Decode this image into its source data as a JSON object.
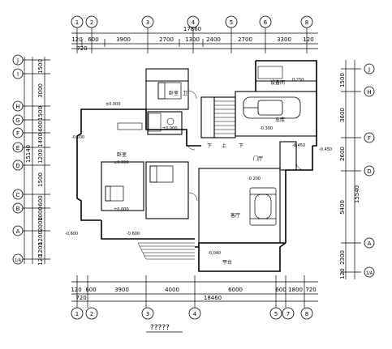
{
  "drawing": {
    "caption": "?????",
    "top_axes": [
      "1",
      "2",
      "3",
      "4",
      "5",
      "6",
      "8"
    ],
    "top_total": "17860",
    "top_dims": [
      "120",
      "600",
      "3900",
      "2700",
      "1300",
      "2400",
      "2700",
      "3300",
      "120"
    ],
    "top_sub_dim": "720",
    "bottom_axes": [
      "1",
      "2",
      "3",
      "4",
      "5",
      "7",
      "8"
    ],
    "bottom_total": "18460",
    "bottom_dims": [
      "120",
      "600",
      "3900",
      "4000",
      "6000",
      "600",
      "1800",
      "720"
    ],
    "bottom_sub_dim": "720",
    "left_axes": [
      "J",
      "I",
      "H",
      "G",
      "F",
      "E",
      "D",
      "C",
      "B",
      "A",
      "1/A"
    ],
    "left_total": "15140",
    "left_dims": [
      "1500",
      "3000",
      "1500",
      "600",
      "1400",
      "1200",
      "1500",
      "600",
      "1000",
      "2000",
      "1200",
      "1200",
      "120"
    ],
    "right_axes": [
      "J",
      "H",
      "F",
      "D",
      "A",
      "1/A"
    ],
    "right_total": "15540",
    "right_dims": [
      "1500",
      "3600",
      "2600",
      "5400",
      "2300",
      "120"
    ],
    "rooms": {
      "garage": "车库",
      "equipment": "设备间",
      "bedroom_main": "卧室",
      "bedroom_small": "卧室",
      "bath": "卫",
      "foyer": "门厅",
      "living": "客厅",
      "terrace": "平台",
      "up_left": "下",
      "up_right": "上",
      "down": "下"
    },
    "levels": {
      "l1": "±0.000",
      "l2": "-0.600",
      "l3": "±0.000",
      "l4": "±0.000",
      "l5": "-0.200",
      "l6": "-0.300",
      "l7": "-0.450",
      "l8": "-0.450",
      "l9": "0.250",
      "l10": "-0.600",
      "l11": "-0.600",
      "l12": "±0.000",
      "l13": "-0.040"
    }
  }
}
